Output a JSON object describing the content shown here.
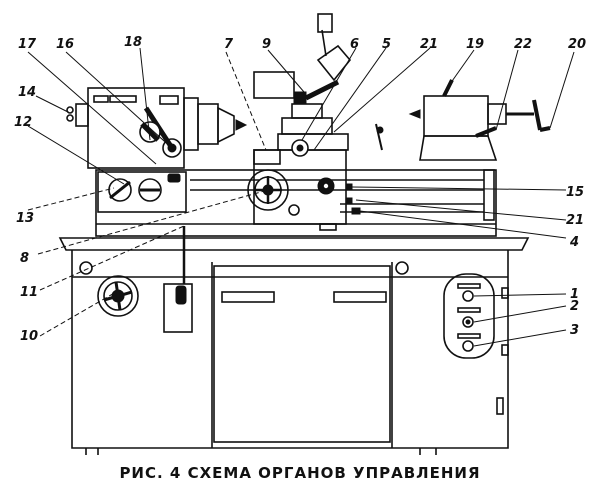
{
  "caption": "РИС. 4 СХЕМА ОРГАНОВ УПРАВЛЕНИЯ",
  "callouts": [
    {
      "id": "c1",
      "label": "1"
    },
    {
      "id": "c2",
      "label": "2"
    },
    {
      "id": "c3",
      "label": "3"
    },
    {
      "id": "c4",
      "label": "4"
    },
    {
      "id": "c5",
      "label": "5"
    },
    {
      "id": "c6",
      "label": "6"
    },
    {
      "id": "c7",
      "label": "7"
    },
    {
      "id": "c8",
      "label": "8"
    },
    {
      "id": "c9",
      "label": "9"
    },
    {
      "id": "c10",
      "label": "10"
    },
    {
      "id": "c11",
      "label": "11"
    },
    {
      "id": "c12",
      "label": "12"
    },
    {
      "id": "c13",
      "label": "13"
    },
    {
      "id": "c14",
      "label": "14"
    },
    {
      "id": "c15",
      "label": "15"
    },
    {
      "id": "c16",
      "label": "16"
    },
    {
      "id": "c17",
      "label": "17"
    },
    {
      "id": "c18",
      "label": "18"
    },
    {
      "id": "c19",
      "label": "19"
    },
    {
      "id": "c20",
      "label": "20"
    },
    {
      "id": "c21a",
      "label": "21"
    },
    {
      "id": "c21b",
      "label": "21"
    },
    {
      "id": "c22",
      "label": "22"
    }
  ]
}
